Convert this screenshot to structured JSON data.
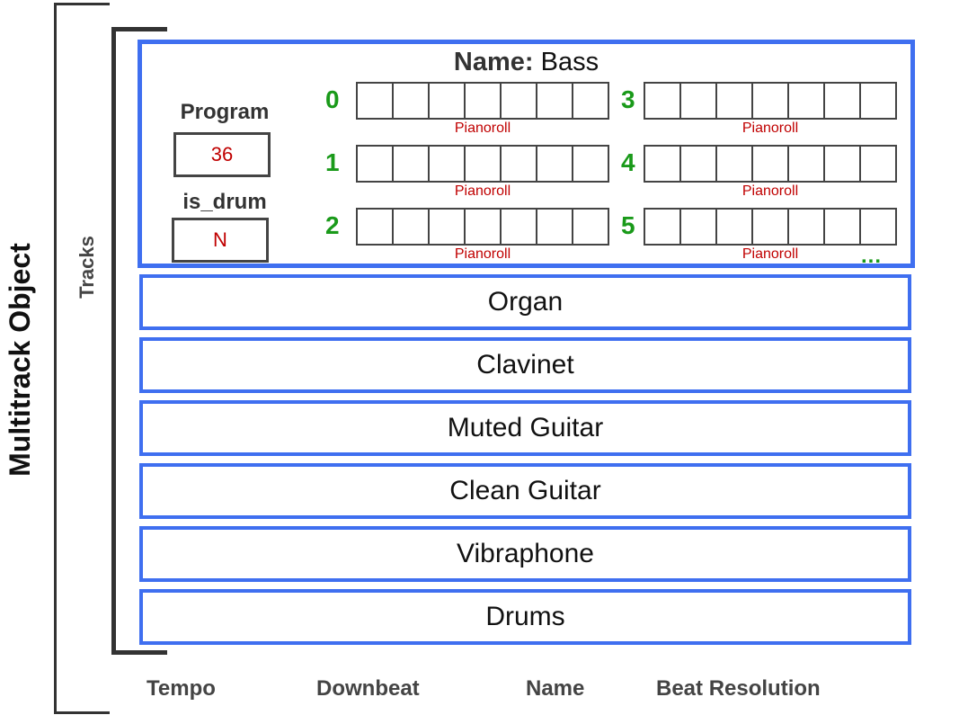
{
  "multitrack": {
    "label": "Multitrack Object",
    "attributes": [
      "Tempo",
      "Downbeat",
      "Name",
      "Beat Resolution"
    ]
  },
  "tracks_label": "Tracks",
  "bass_track": {
    "name_key": "Name:",
    "name_value": "Bass",
    "program_label": "Program",
    "program_value": "36",
    "is_drum_label": "is_drum",
    "is_drum_value": "N",
    "pianorolls": [
      {
        "index": "0",
        "caption": "Pianoroll"
      },
      {
        "index": "1",
        "caption": "Pianoroll"
      },
      {
        "index": "2",
        "caption": "Pianoroll"
      },
      {
        "index": "3",
        "caption": "Pianoroll"
      },
      {
        "index": "4",
        "caption": "Pianoroll"
      },
      {
        "index": "5",
        "caption": "Pianoroll"
      }
    ],
    "ellipsis": "..."
  },
  "other_tracks": [
    "Organ",
    "Clavinet",
    "Muted Guitar",
    "Clean Guitar",
    "Vibraphone",
    "Drums"
  ],
  "colors": {
    "track_border": "#3f6ff0",
    "index_green": "#1a9a1a",
    "value_red": "#c00000"
  }
}
